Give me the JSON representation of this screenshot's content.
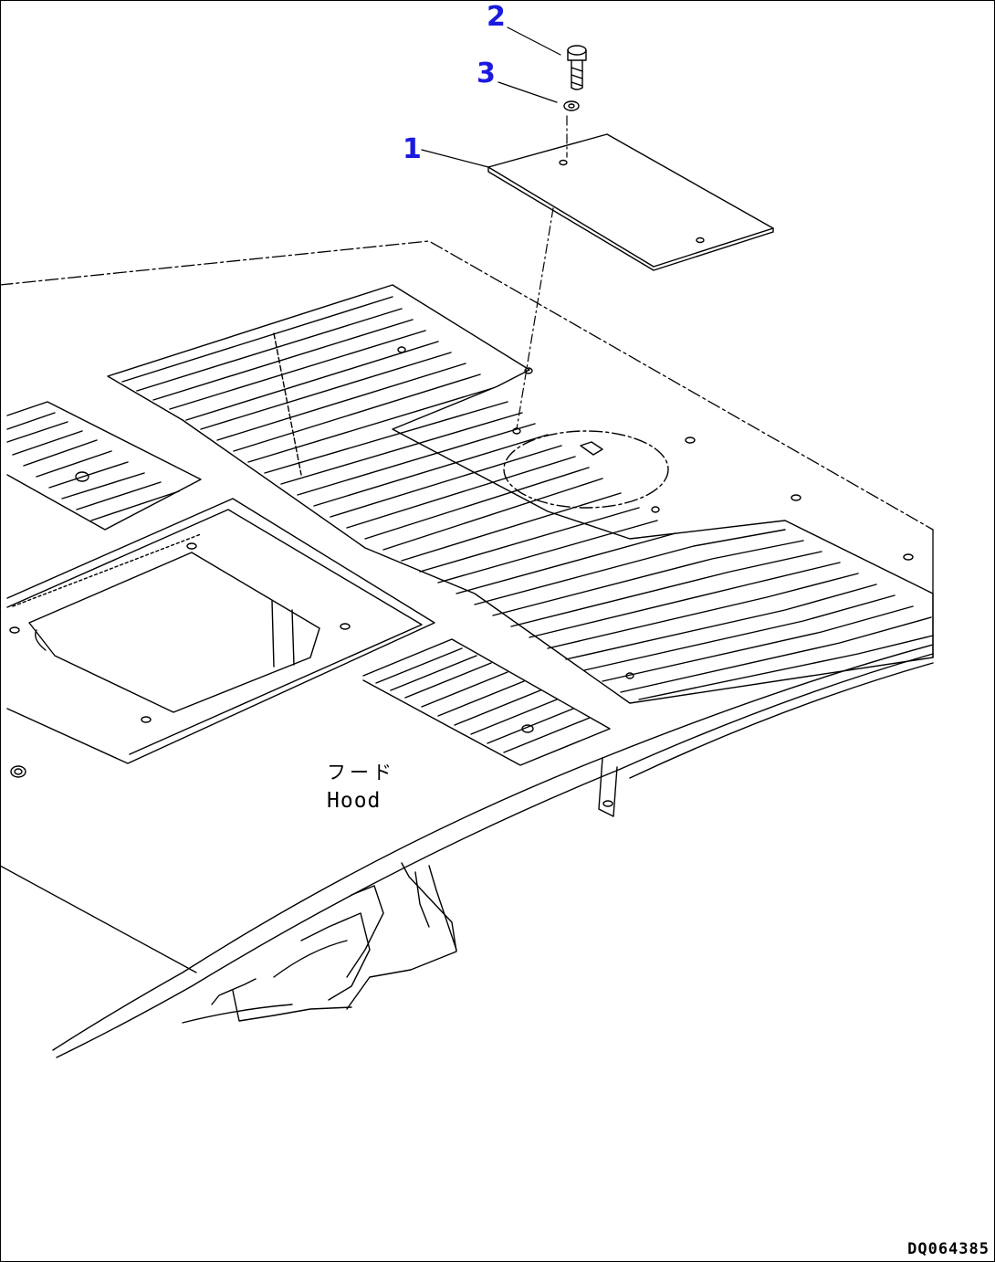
{
  "callouts": [
    {
      "number": "2",
      "part": "bolt"
    },
    {
      "number": "3",
      "part": "washer"
    },
    {
      "number": "1",
      "part": "cover plate"
    }
  ],
  "labels": {
    "hood_jp": "フード",
    "hood_en": "Hood"
  },
  "drawing_number": "DQ064385",
  "colors": {
    "callout": "#1a1ae0",
    "line": "#000000",
    "background": "#ffffff"
  }
}
